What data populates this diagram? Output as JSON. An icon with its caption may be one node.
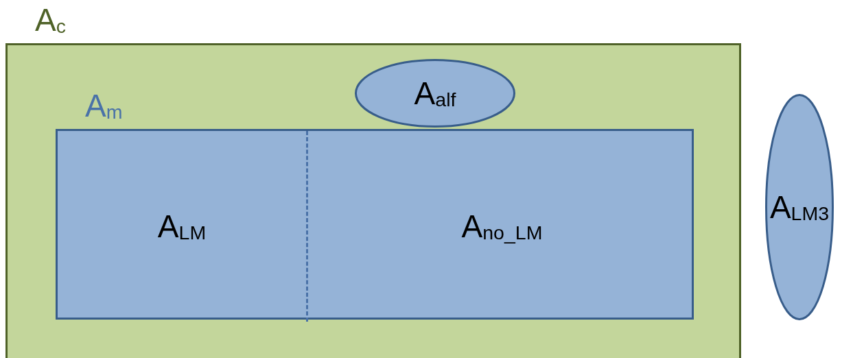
{
  "diagram": {
    "nodes": [
      {
        "text": [
          "A$_{c}$"
        ]
      },
      {
        "text": [
          "A$_{alf}$"
        ],
        "in": 0
      },
      {
        "text": [
          "A$_{m}$"
        ],
        "in": 0
      },
      {
        "text": [
          "A$_{LM}$"
        ],
        "in": 2
      },
      {
        "text": [
          "A$_{no_LM}$"
        ],
        "in": 2
      },
      {
        "text": [
          "A$_{LM3}$"
        ]
      }
    ]
  }
}
